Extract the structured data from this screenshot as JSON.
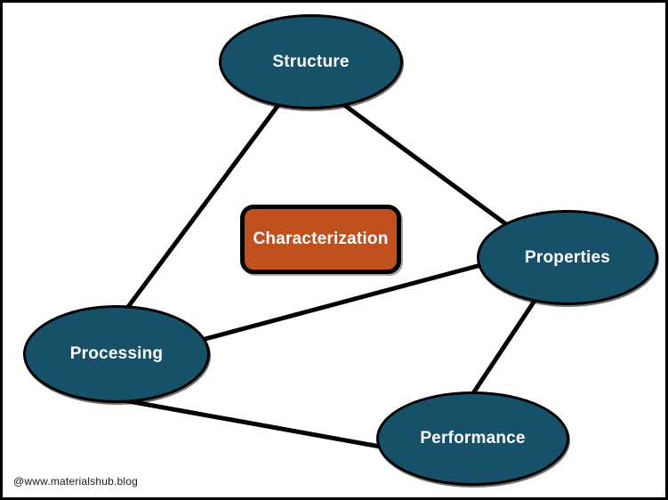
{
  "diagram": {
    "type": "concept-diagram",
    "subject": "materials science tetrahedron",
    "colors": {
      "background": "#ffffff",
      "frame_border": "#000000",
      "node_fill": "#175069",
      "node_stroke": "#000000",
      "center_fill": "#c0511f",
      "center_stroke": "#000000",
      "label_text": "#ffffff",
      "edge_line": "#000000",
      "watermark_text": "#1a1a1a"
    },
    "nodes": {
      "structure": {
        "label": "Structure",
        "shape": "ellipse"
      },
      "properties": {
        "label": "Properties",
        "shape": "ellipse"
      },
      "processing": {
        "label": "Processing",
        "shape": "ellipse"
      },
      "performance": {
        "label": "Performance",
        "shape": "ellipse"
      },
      "characterization": {
        "label": "Characterization",
        "shape": "rounded-rectangle"
      }
    },
    "edges": [
      {
        "from": "structure",
        "to": "processing"
      },
      {
        "from": "structure",
        "to": "properties"
      },
      {
        "from": "processing",
        "to": "properties"
      },
      {
        "from": "processing",
        "to": "performance"
      },
      {
        "from": "properties",
        "to": "performance"
      }
    ],
    "watermark": {
      "text": "@www.materialshub.blog"
    }
  }
}
